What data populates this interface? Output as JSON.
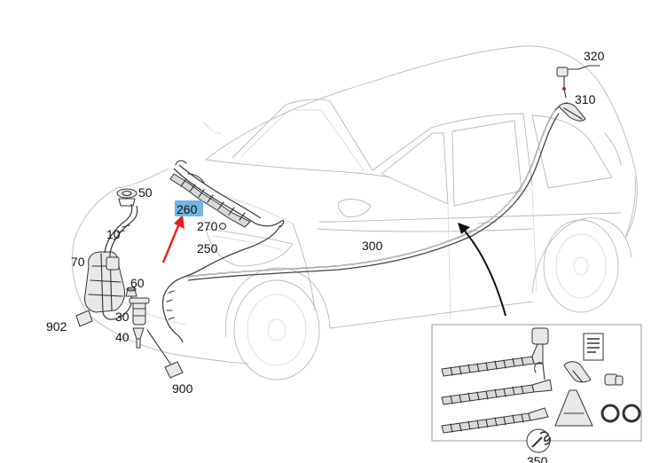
{
  "diagram": {
    "callouts": {
      "c10": "10",
      "c30": "30",
      "c40": "40",
      "c50": "50",
      "c60": "60",
      "c70": "70",
      "c250": "250",
      "c260": "260",
      "c270": "270",
      "c300": "300",
      "c310": "310",
      "c320": "320",
      "c350": "350",
      "c900": "900",
      "c902": "902"
    },
    "colors": {
      "highlight": "#6fb7e0",
      "pointer_arrow": "#e8201c",
      "car_outline": "#b9b9b9",
      "part_line": "#333333"
    },
    "selected_callout": "260"
  }
}
